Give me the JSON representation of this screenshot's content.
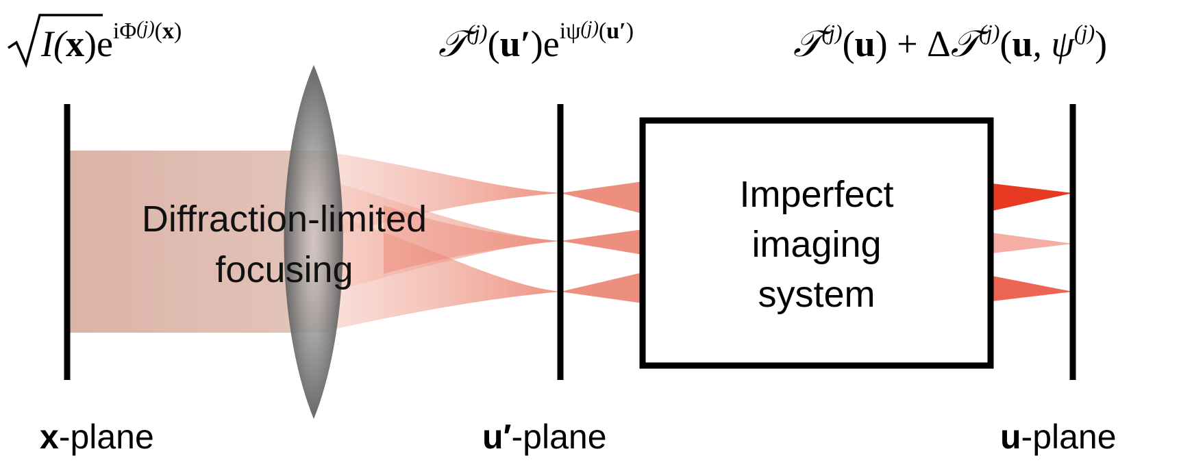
{
  "formulas": {
    "x_field": {
      "sqrt_body": "I(",
      "sqrt_bold": "x",
      "sqrt_close": ")",
      "base": "e",
      "sup_main": "iΦ",
      "sup_index": "(j)",
      "sup_arg_open": "(",
      "sup_arg_bold": "x",
      "sup_arg_close": ")"
    },
    "u_prime_field": {
      "symbol": "𝒯",
      "index": "(j)",
      "arg_open": "(",
      "arg_bold": "u′",
      "arg_close": ")",
      "base": "e",
      "sup_main": "iψ",
      "sup_index": "(j)",
      "sup_arg_open": "(",
      "sup_arg_bold": "u′",
      "sup_arg_close": ")"
    },
    "u_field": {
      "symbol": "𝒯",
      "index": "(j)",
      "arg_open": "(",
      "arg_bold": "u",
      "arg_close": ")",
      "plus": " + Δ",
      "symbol2": "𝒯",
      "index2": "(j)",
      "arg2_open": "(",
      "arg2_bold": "u",
      "arg2_mid": ", ψ",
      "arg2_index": "(j)",
      "arg2_close": ")"
    }
  },
  "planes": {
    "x": {
      "bold": "x",
      "rest": "-plane"
    },
    "u_prime": {
      "bold": "u′",
      "rest": "-plane"
    },
    "u": {
      "bold": "u",
      "rest": "-plane"
    }
  },
  "focusing_label": {
    "line1": "Diffraction-limited",
    "line2": "focusing"
  },
  "imaging_box": {
    "line1": "Imperfect",
    "line2": "imaging",
    "line3": "system"
  },
  "colors": {
    "beam": "#c98a78",
    "ray": "#e8735e",
    "lens": "#7a7a7a",
    "spot_top": "#e83a22",
    "spot_mid": "#f4aea4",
    "spot_bottom": "#ec6453",
    "line": "#000000"
  }
}
